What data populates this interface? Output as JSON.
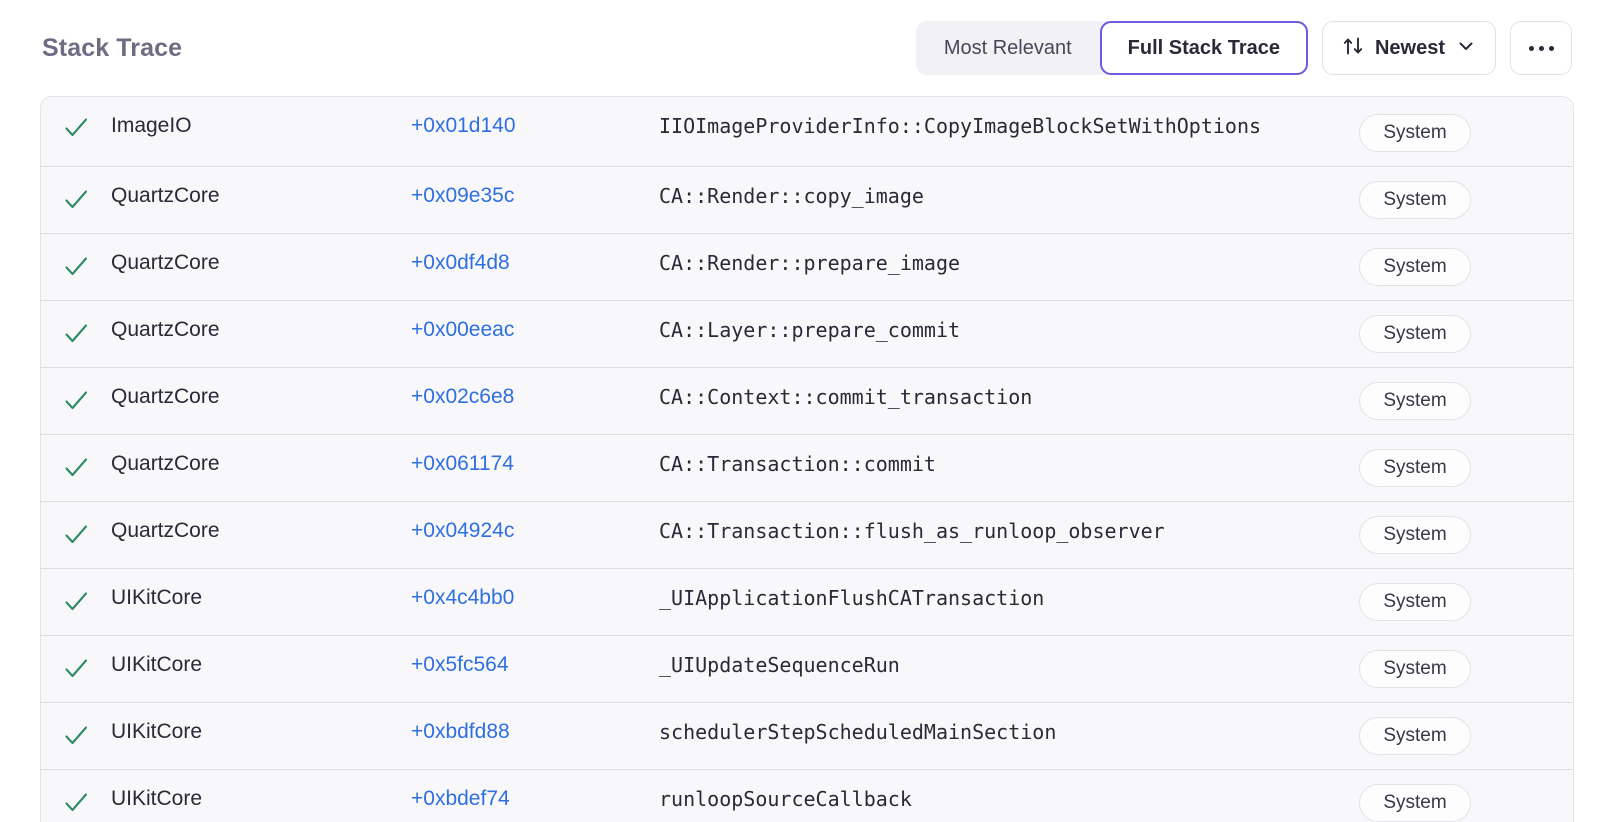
{
  "header": {
    "title": "Stack Trace",
    "segmented": {
      "options": [
        {
          "label": "Most Relevant",
          "active": false
        },
        {
          "label": "Full Stack Trace",
          "active": true
        }
      ]
    },
    "sort": {
      "icon": "sort-arrows-icon",
      "label": "Newest",
      "chevron": "chevron-down-icon"
    },
    "more": {
      "icon": "ellipsis-icon",
      "label": "..."
    }
  },
  "colors": {
    "accent": "#6c5ce0",
    "offset_link": "#2f6fe0",
    "check_green": "#2e8b63",
    "title": "#6e6c82",
    "row_bg": "#f8f8fb",
    "row_border": "#dededf",
    "panel_border": "#e4e4ec",
    "segmented_bg": "#f1f1f6"
  },
  "stack_frames": [
    {
      "status_icon": "check-icon",
      "image": "ImageIO",
      "offset": "+0x01d140",
      "symbol": "IIOImageProviderInfo::CopyImageBlockSetWithOptions",
      "badge": "System"
    },
    {
      "status_icon": "check-icon",
      "image": "QuartzCore",
      "offset": "+0x09e35c",
      "symbol": "CA::Render::copy_image",
      "badge": "System"
    },
    {
      "status_icon": "check-icon",
      "image": "QuartzCore",
      "offset": "+0x0df4d8",
      "symbol": "CA::Render::prepare_image",
      "badge": "System"
    },
    {
      "status_icon": "check-icon",
      "image": "QuartzCore",
      "offset": "+0x00eeac",
      "symbol": "CA::Layer::prepare_commit",
      "badge": "System"
    },
    {
      "status_icon": "check-icon",
      "image": "QuartzCore",
      "offset": "+0x02c6e8",
      "symbol": "CA::Context::commit_transaction",
      "badge": "System"
    },
    {
      "status_icon": "check-icon",
      "image": "QuartzCore",
      "offset": "+0x061174",
      "symbol": "CA::Transaction::commit",
      "badge": "System"
    },
    {
      "status_icon": "check-icon",
      "image": "QuartzCore",
      "offset": "+0x04924c",
      "symbol": "CA::Transaction::flush_as_runloop_observer",
      "badge": "System"
    },
    {
      "status_icon": "check-icon",
      "image": "UIKitCore",
      "offset": "+0x4c4bb0",
      "symbol": "_UIApplicationFlushCATransaction",
      "badge": "System"
    },
    {
      "status_icon": "check-icon",
      "image": "UIKitCore",
      "offset": "+0x5fc564",
      "symbol": "_UIUpdateSequenceRun",
      "badge": "System"
    },
    {
      "status_icon": "check-icon",
      "image": "UIKitCore",
      "offset": "+0xbdfd88",
      "symbol": "schedulerStepScheduledMainSection",
      "badge": "System"
    },
    {
      "status_icon": "check-icon",
      "image": "UIKitCore",
      "offset": "+0xbdef74",
      "symbol": "runloopSourceCallback",
      "badge": "System"
    }
  ]
}
